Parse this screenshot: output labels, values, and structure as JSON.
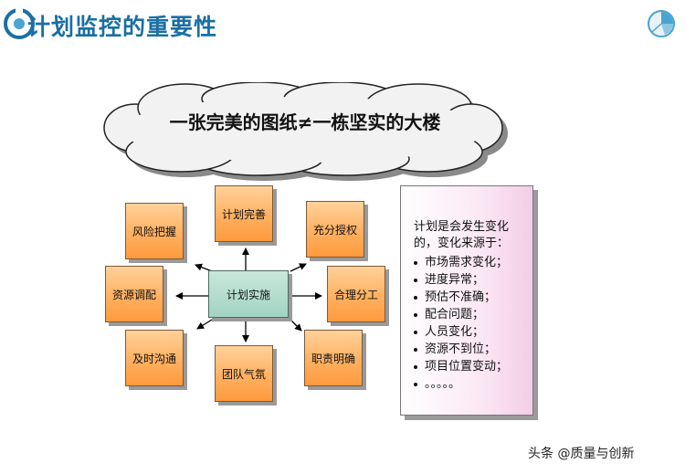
{
  "title": "计划监控的重要性",
  "cloud_text": "一张完美的图纸≠一栋坚实的大楼",
  "diagram": {
    "center": "计划实施",
    "nodes": {
      "plan_improve": "计划完善",
      "risk_control": "风险把握",
      "delegate": "充分授权",
      "resource_alloc": "资源调配",
      "division": "合理分工",
      "communication": "及时沟通",
      "team_atmosphere": "团队气氛",
      "responsibility": "职责明确"
    }
  },
  "panel": {
    "intro": "计划是会发生变化的，变化来源于：",
    "items": [
      "市场需求变化；",
      "进度异常；",
      "预估不准确；",
      "配合问题；",
      "人员变化；",
      "资源不到位；",
      "项目位置变动；",
      "。。。。。"
    ]
  },
  "watermark": "头条 @质量与创新",
  "colors": {
    "title": "#1a6fa3",
    "box_fill": "#ffb061",
    "center_fill": "#a2d3c2",
    "panel_fill": "#f4cde6"
  }
}
